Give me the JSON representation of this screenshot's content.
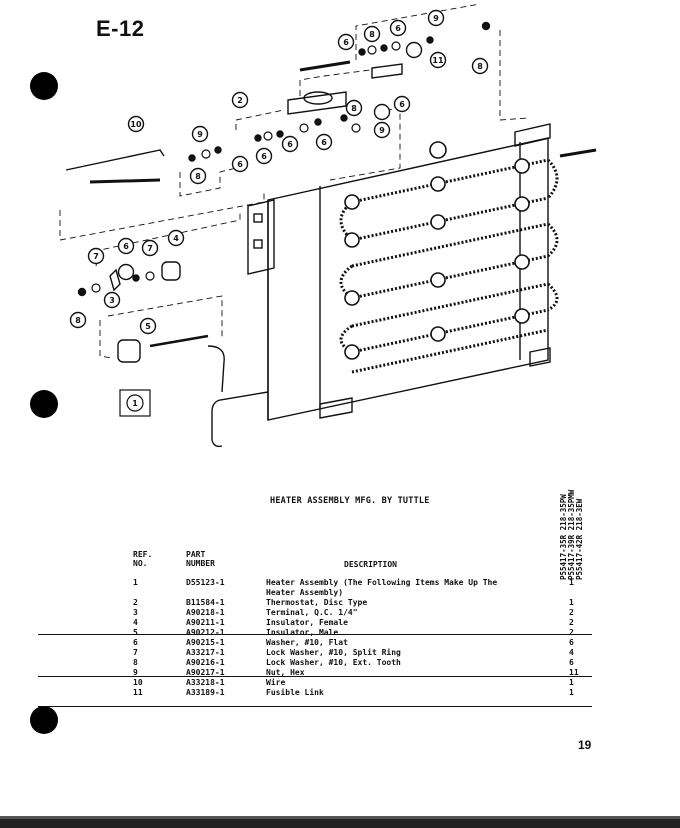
{
  "page": {
    "label": "E-12",
    "page_number": "19"
  },
  "diagram": {
    "callouts": [
      "1",
      "2",
      "3",
      "4",
      "5",
      "6",
      "7",
      "8",
      "9",
      "10",
      "11"
    ],
    "reference_box_label": "1"
  },
  "assembly_title": "HEATER ASSEMBLY  MFG. BY TUTTLE",
  "models": [
    "P55417-35R 218-35PW",
    "P55417-39R 218-35PMW",
    "P55417-42R 218-3EW"
  ],
  "table": {
    "headers": {
      "ref": "REF.\nNO.",
      "part": "PART\nNUMBER",
      "desc": "DESCRIPTION"
    },
    "rows": [
      {
        "ref": "1",
        "part": "D55123-1",
        "desc": "Heater Assembly (The Following Items Make Up The",
        "qty": "1"
      },
      {
        "ref": "",
        "part": "",
        "desc": "Heater Assembly)",
        "qty": ""
      },
      {
        "ref": "2",
        "part": "B11584-1",
        "desc": "Thermostat, Disc Type",
        "qty": "1"
      },
      {
        "ref": "3",
        "part": "A90218-1",
        "desc": "Terminal, Q.C. 1/4\"",
        "qty": "2"
      },
      {
        "ref": "4",
        "part": "A90211-1",
        "desc": "Insulator, Female",
        "qty": "2"
      },
      {
        "ref": "5",
        "part": "A90212-1",
        "desc": "Insulator, Male",
        "qty": "2"
      },
      {
        "ref": "6",
        "part": "A90215-1",
        "desc": "Washer, #10, Flat",
        "qty": "6"
      },
      {
        "ref": "7",
        "part": "A33217-1",
        "desc": "Lock Washer, #10, Split Ring",
        "qty": "4"
      },
      {
        "ref": "8",
        "part": "A90216-1",
        "desc": "Lock Washer, #10, Ext. Tooth",
        "qty": "6"
      },
      {
        "ref": "9",
        "part": "A90217-1",
        "desc": "Nut, Hex",
        "qty": "11"
      },
      {
        "ref": "10",
        "part": "A33218-1",
        "desc": "Wire",
        "qty": "1"
      },
      {
        "ref": "11",
        "part": "A33189-1",
        "desc": "Fusible Link",
        "qty": "1"
      }
    ]
  }
}
